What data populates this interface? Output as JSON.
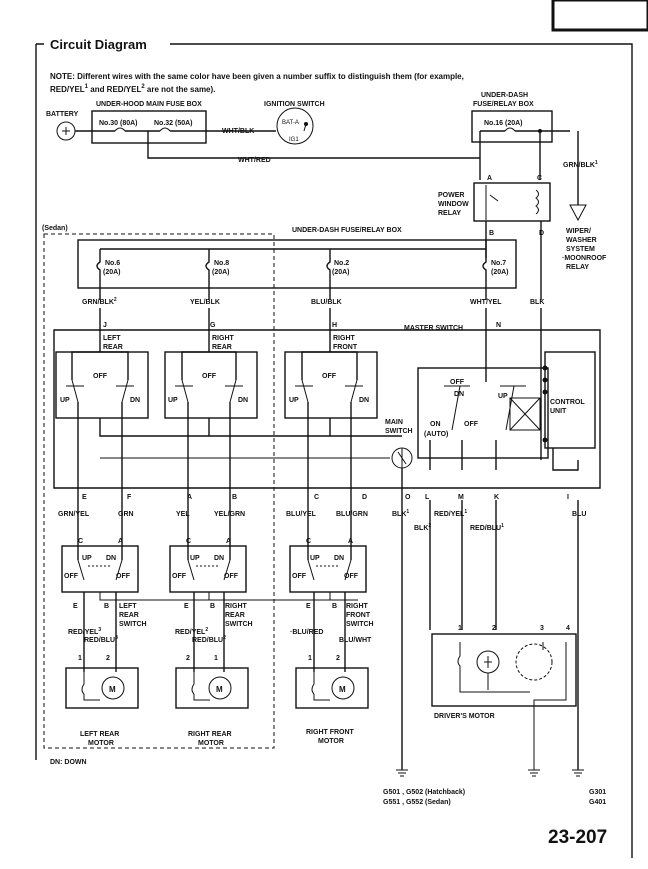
{
  "header": {
    "title": "Circuit Diagram",
    "page_number": "23-207"
  },
  "note": {
    "line1": "NOTE:  Different wires with the same color have been given a number suffix to distinguish them (for example,",
    "line2_a": "RED/YEL",
    "line2_sup1": "1",
    "line2_b": " and RED/YEL",
    "line2_sup2": "2",
    "line2_c": " are not the same)."
  },
  "components": {
    "battery": "BATTERY",
    "underhood_box": "UNDER-HOOD MAIN FUSE BOX",
    "fuse_30": "No.30 (80A)",
    "fuse_32": "No.32 (50A)",
    "ignition_switch": "IGNITION SWITCH",
    "bat_a": "BAT-A",
    "ig1": "IG1",
    "underdash_box_top_1": "UNDER-DASH",
    "underdash_box_top_2": "FUSE/RELAY BOX",
    "fuse_16": "No.16 (20A)",
    "power_window_relay_1": "POWER",
    "power_window_relay_2": "WINDOW",
    "power_window_relay_3": "RELAY",
    "underdash_box_main": "UNDER-DASH FUSE/RELAY BOX",
    "wiper_1": "WIPER/",
    "wiper_2": "WASHER",
    "wiper_3": "SYSTEM",
    "wiper_4": "·MOONROOF",
    "wiper_5": "RELAY",
    "sedan": "(Sedan)",
    "fuse_6a": "No.6",
    "fuse_6b": "(20A)",
    "fuse_8a": "No.8",
    "fuse_8b": "(20A)",
    "fuse_2a": "No.2",
    "fuse_2b": "(20A)",
    "fuse_7a": "No.7",
    "fuse_7b": "(20A)",
    "master_switch": "MASTER SWITCH",
    "left_rear_1": "LEFT",
    "left_rear_2": "REAR",
    "right_rear_1": "RIGHT",
    "right_rear_2": "REAR",
    "right_front_1": "RIGHT",
    "right_front_2": "FRONT",
    "off": "OFF",
    "up": "UP",
    "dn": "DN",
    "on_auto_1": "ON",
    "on_auto_2": "(AUTO)",
    "control_unit_1": "CONTROL",
    "control_unit_2": "UNIT",
    "main_switch_1": "MAIN",
    "main_switch_2": "SWITCH",
    "lr_switch_1": "LEFT",
    "lr_switch_2": "REAR",
    "lr_switch_3": "SWITCH",
    "rr_switch_1": "RIGHT",
    "rr_switch_2": "REAR",
    "rr_switch_3": "SWITCH",
    "rf_switch_1": "RIGHT",
    "rf_switch_2": "FRONT",
    "rf_switch_3": "SWITCH",
    "lr_motor_1": "LEFT REAR",
    "lr_motor_2": "MOTOR",
    "rr_motor_1": "RIGHT REAR",
    "rr_motor_2": "MOTOR",
    "rf_motor_1": "RIGHT FRONT",
    "rf_motor_2": "MOTOR",
    "drivers_motor": "DRIVER'S MOTOR",
    "motor_m": "M",
    "legend_dn": "DN:  DOWN",
    "ground_1": "G501 , G502 (Hatchback)",
    "ground_2": "G551 , G552 (Sedan)",
    "ground_3": "G301",
    "ground_4": "G401"
  },
  "wires": {
    "wht_blk": "WHT/BLK",
    "wht_red": "WHT/RED",
    "grn_blk1": "GRN/BLK",
    "grn_blk2": "GRN/BLK",
    "yel_blk": "YEL/BLK",
    "blu_blk": "BLU/BLK",
    "wht_yel": "WHT/YEL",
    "blk": "BLK",
    "grn_yel": "GRN/YEL",
    "grn": "GRN",
    "yel": "YEL",
    "yel_grn": "YEL/GRN",
    "blu_yel": "BLU/YEL",
    "blu_grn": "BLU/GRN",
    "blk1": "BLK",
    "blk2": "BLK",
    "red_yel1": "RED/YEL",
    "red_blu1": "RED/BLU",
    "blu": "BLU",
    "red_yel3": "RED/YEL",
    "red_blu3": "RED/BLU",
    "red_yel2": "RED/YEL",
    "red_blu2": "RED/BLU",
    "blu_red": "·BLU/RED",
    "blu_wht": "BLU/WHT",
    "sup1": "1",
    "sup2": "2",
    "sup3": "3"
  },
  "terminals": {
    "A": "A",
    "B": "B",
    "C": "C",
    "D": "D",
    "E": "E",
    "F": "F",
    "G": "G",
    "H": "H",
    "I": "I",
    "J": "J",
    "K": "K",
    "L": "L",
    "M": "M",
    "N": "N",
    "O": "O",
    "n1": "1",
    "n2": "2",
    "n3": "3",
    "n4": "4"
  }
}
